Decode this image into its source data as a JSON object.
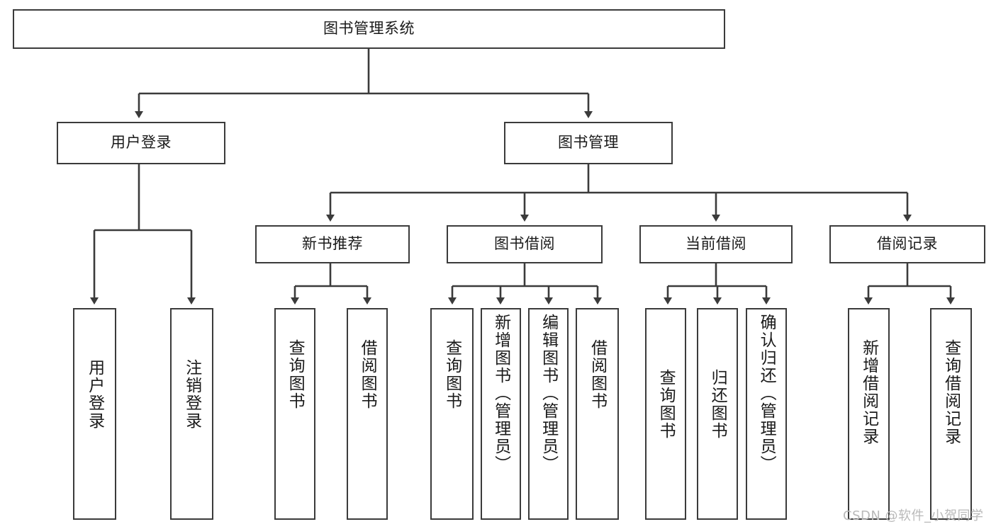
{
  "diagram": {
    "title": "图书管理系统",
    "type": "tree-hierarchy",
    "root": {
      "label": "图书管理系统"
    },
    "level1": [
      {
        "label": "用户登录"
      },
      {
        "label": "图书管理"
      }
    ],
    "level2": [
      {
        "label": "新书推荐"
      },
      {
        "label": "图书借阅"
      },
      {
        "label": "当前借阅"
      },
      {
        "label": "借阅记录"
      }
    ],
    "leaves": {
      "user_login": [
        {
          "label": "用户登录"
        },
        {
          "label": "注销登录"
        }
      ],
      "new_book_recommend": [
        {
          "label": "查询图书"
        },
        {
          "label": "借阅图书"
        }
      ],
      "book_borrow": [
        {
          "label": "查询图书"
        },
        {
          "label": "新增图书（管理员）"
        },
        {
          "label": "编辑图书（管理员）"
        },
        {
          "label": "借阅图书"
        }
      ],
      "current_borrow": [
        {
          "label": "查询图书"
        },
        {
          "label": "归还图书"
        },
        {
          "label": "确认归还（管理员）"
        }
      ],
      "borrow_record": [
        {
          "label": "新增借阅记录"
        },
        {
          "label": "查询借阅记录"
        }
      ]
    }
  },
  "watermark": {
    "text": "CSDN @软件_小贺同学"
  },
  "colors": {
    "stroke": "#3b3b3b",
    "background": "#ffffff",
    "text": "#1a1a1a",
    "watermark": "#b9b9b9"
  }
}
